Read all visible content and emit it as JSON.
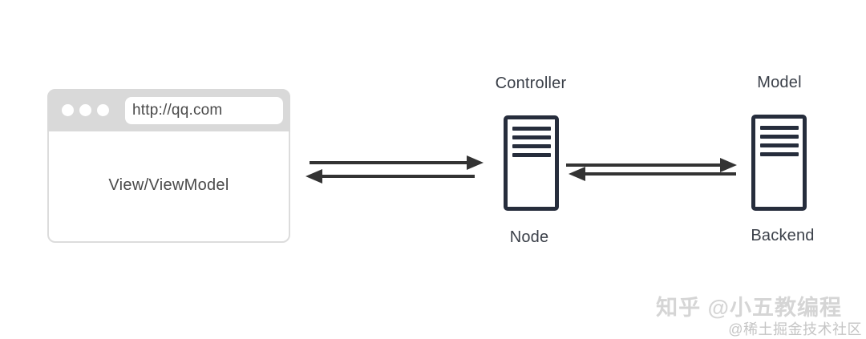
{
  "diagram": {
    "browser": {
      "url": "http://qq.com",
      "body_label": "View/ViewModel",
      "traffic_dots": 3
    },
    "node_server": {
      "top_label": "Controller",
      "bottom_label": "Node"
    },
    "backend_server": {
      "top_label": "Model",
      "bottom_label": "Backend"
    },
    "colors": {
      "server_outline": "#262d3c",
      "arrow": "#333333",
      "browser_chrome": "#d9d9d9",
      "label_text": "#3b4049",
      "url_text": "#4a4a4a",
      "watermark_light": "#d5d5d5",
      "watermark_gray": "#c5c5c5"
    }
  },
  "watermark": {
    "line1": "知乎 @小五教编程",
    "line2": "@稀土掘金技术社区"
  }
}
